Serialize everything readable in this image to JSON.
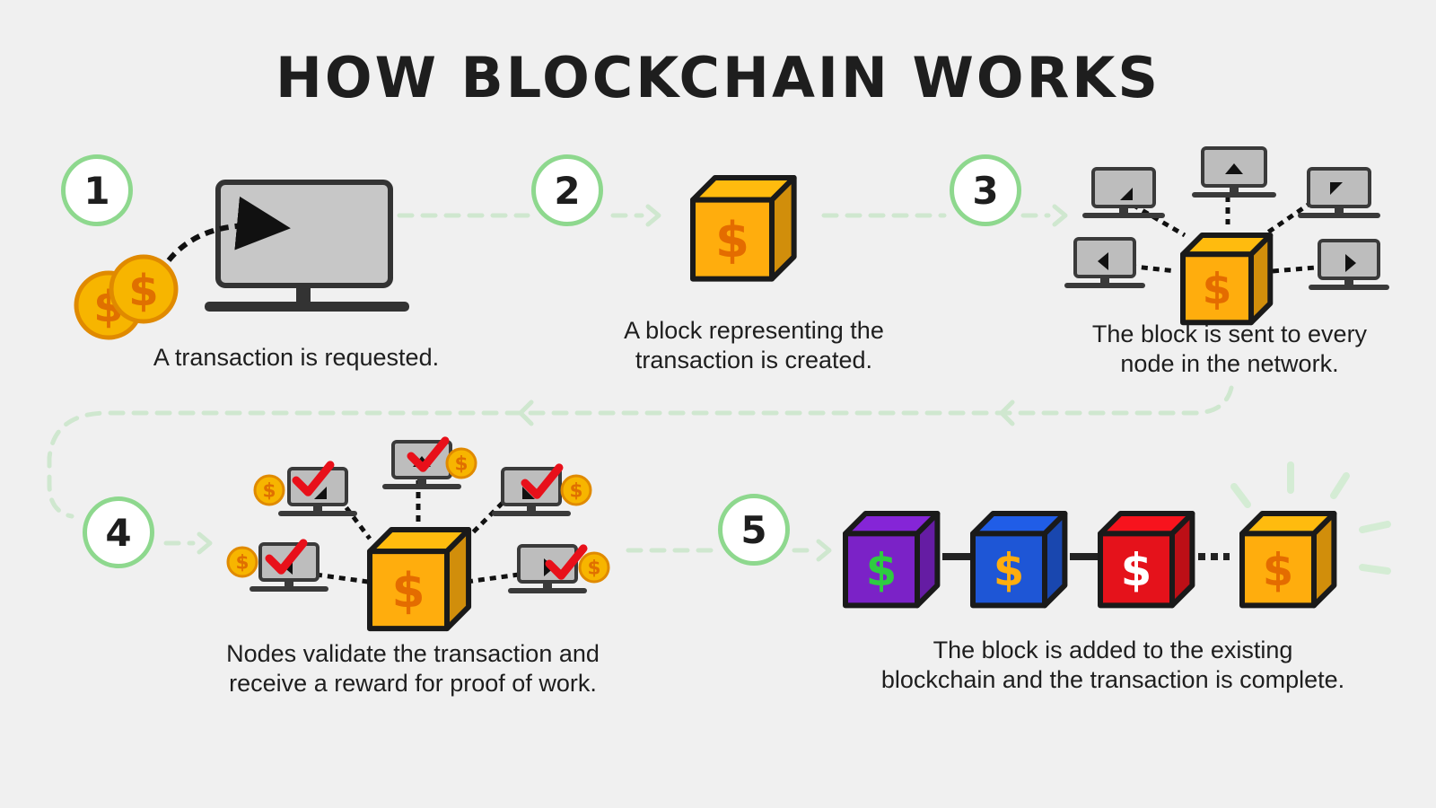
{
  "title": "HOW BLOCKCHAIN WORKS",
  "steps": [
    {
      "number": "1",
      "caption": [
        "A transaction is requested."
      ]
    },
    {
      "number": "2",
      "caption": [
        "A block representing the",
        "transaction is created."
      ]
    },
    {
      "number": "3",
      "caption": [
        "The block is sent to every",
        "node in the network."
      ]
    },
    {
      "number": "4",
      "caption": [
        "Nodes validate the transaction and",
        "receive a reward for proof of work."
      ]
    },
    {
      "number": "5",
      "caption": [
        "The block is added to the existing",
        "blockchain and the transaction is complete."
      ]
    }
  ],
  "symbols": {
    "currency": "$"
  },
  "colors": {
    "background": "#f0f0f0",
    "badge_ring": "#8ed88e",
    "connector": "#cfe7cf",
    "block_orange": "#ffad0d",
    "block_purple": "#7b22c7",
    "block_blue": "#1e56d6",
    "block_red": "#e5121b",
    "coin": "#f7b500",
    "check": "#e8101a",
    "monitor": "#bdbdbd"
  },
  "icons": [
    "coin-icon",
    "monitor-icon",
    "block-icon",
    "node-computer-icon",
    "checkmark-icon",
    "chain-link-icon",
    "shine-rays-icon"
  ]
}
